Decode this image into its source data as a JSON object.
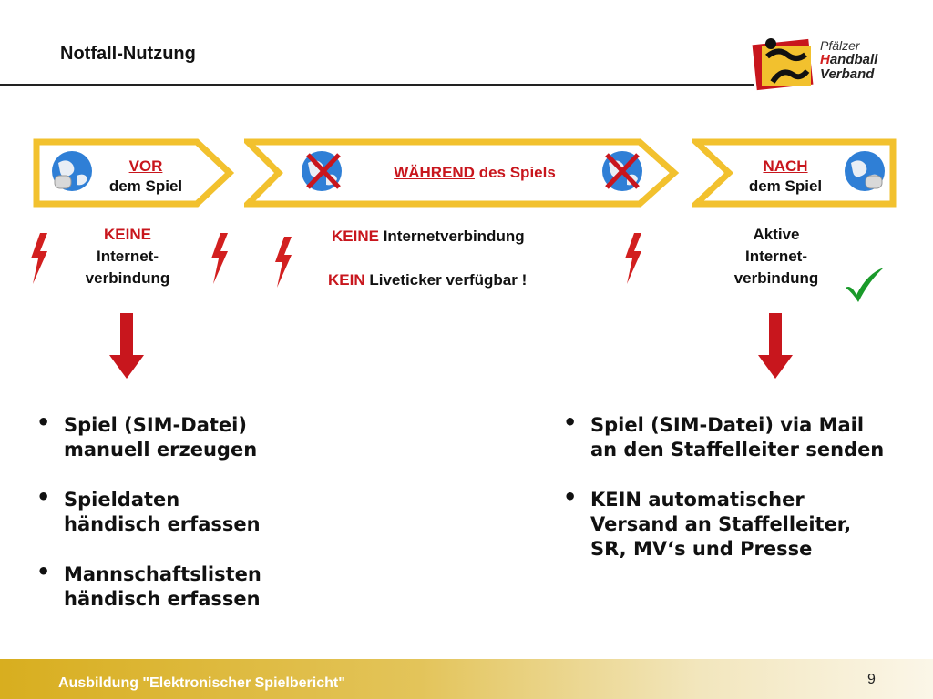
{
  "slide": {
    "title": "Notfall-Nutzung",
    "page_number": "9",
    "footer": "Ausbildung \"Elektronischer Spielbericht\""
  },
  "logo": {
    "line1": "Pfälzer",
    "line2_first": "H",
    "line2_rest": "andball",
    "line3": "Verband"
  },
  "phases": {
    "before": {
      "emph": "VOR",
      "rest": "dem Spiel"
    },
    "during": {
      "emph": "WÄHREND",
      "rest": "des Spiels"
    },
    "after": {
      "emph": "NACH",
      "rest": "dem Spiel"
    }
  },
  "status": {
    "before": {
      "emph": "KEINE",
      "line2": "Internet-",
      "line3": "verbindung"
    },
    "during": {
      "line1_emph": "KEINE",
      "line1_rest": "Internetverbindung",
      "line2_emph": "KEIN",
      "line2_rest": "Liveticker verfügbar !"
    },
    "after": {
      "line1": "Aktive",
      "line2": "Internet-",
      "line3": "verbindung"
    }
  },
  "left_bullets": [
    {
      "line1": "Spiel (SIM-Datei)",
      "line2": "manuell erzeugen"
    },
    {
      "line1": "Spieldaten",
      "line2": "händisch erfassen"
    },
    {
      "line1": "Mannschaftslisten",
      "line2": "händisch erfassen"
    }
  ],
  "right_bullets": [
    {
      "line1": "Spiel (SIM-Datei) via Mail",
      "line2": "an den Staffelleiter senden"
    },
    {
      "line1": "KEIN automatischer",
      "line2": "Versand an Staffelleiter,",
      "line3": "SR, MV‘s und Presse"
    }
  ],
  "icons": {
    "lightning": "lightning-icon",
    "globe": "globe-icon",
    "cross": "cross-icon",
    "check": "checkmark-icon",
    "arrow": "down-arrow-icon"
  },
  "colors": {
    "accent_red": "#c8161d",
    "chevron_gold": "#f2c12e",
    "footer_gold": "#d8ae1f"
  }
}
